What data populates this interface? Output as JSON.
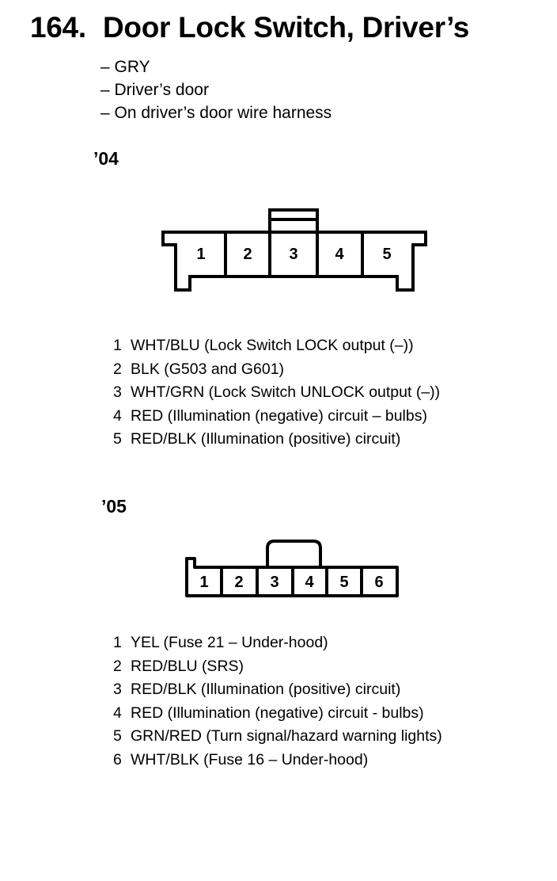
{
  "header": {
    "number": "164.",
    "title": "Door Lock Switch, Driver’s"
  },
  "details": [
    "– GRY",
    "– Driver’s door",
    "– On driver’s door wire harness"
  ],
  "connector_04": {
    "year": "’04",
    "terminal_labels": [
      "1",
      "2",
      "3",
      "4",
      "5"
    ],
    "pins": [
      {
        "num": "1",
        "desc": "WHT/BLU (Lock Switch LOCK output (–))"
      },
      {
        "num": "2",
        "desc": "BLK (G503 and G601)"
      },
      {
        "num": "3",
        "desc": "WHT/GRN (Lock Switch UNLOCK output (–))"
      },
      {
        "num": "4",
        "desc": "RED (Illumination (negative) circuit – bulbs)"
      },
      {
        "num": "5",
        "desc": "RED/BLK (Illumination (positive) circuit)"
      }
    ]
  },
  "connector_05": {
    "year": "’05",
    "terminal_labels": [
      "1",
      "2",
      "3",
      "4",
      "5",
      "6"
    ],
    "pins": [
      {
        "num": "1",
        "desc": "YEL (Fuse 21 – Under-hood)"
      },
      {
        "num": "2",
        "desc": "RED/BLU (SRS)"
      },
      {
        "num": "3",
        "desc": "RED/BLK (Illumination (positive) circuit)"
      },
      {
        "num": "4",
        "desc": "RED (Illumination (negative) circuit - bulbs)"
      },
      {
        "num": "5",
        "desc": "GRN/RED (Turn signal/hazard warning lights)"
      },
      {
        "num": "6",
        "desc": "WHT/BLK (Fuse 16 – Under-hood)"
      }
    ]
  }
}
